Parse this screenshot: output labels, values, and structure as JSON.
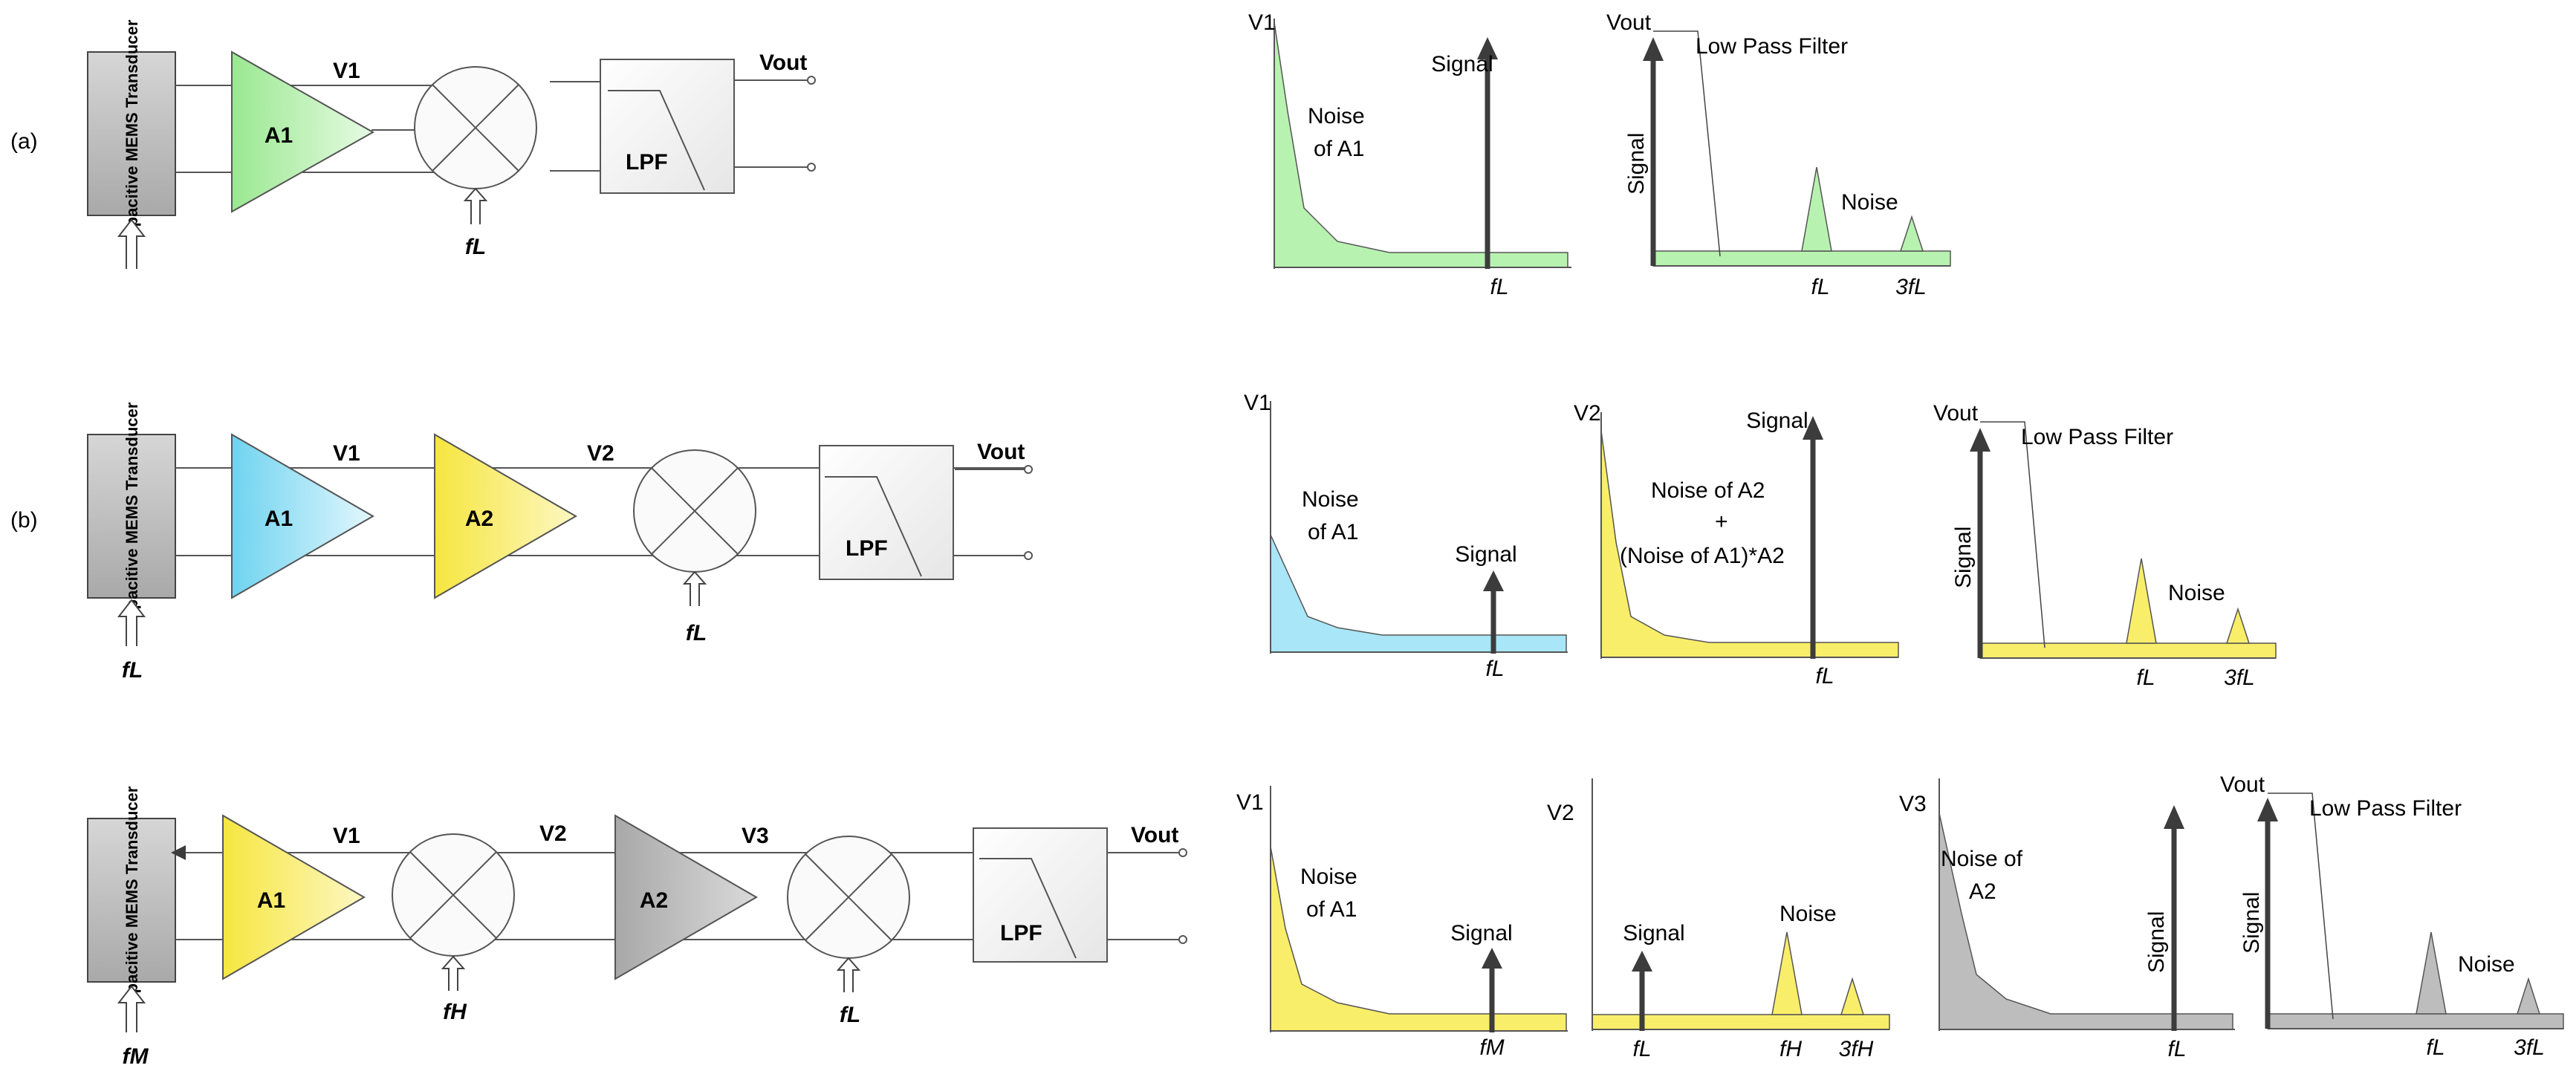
{
  "colors": {
    "green": "#b8f2b0",
    "blue": "#a9e6f7",
    "yellow": "#f9ee6a",
    "gray": "#bdbdbd",
    "arrow": "#3c3c3c"
  },
  "rows": {
    "a": {
      "label": "(a)",
      "transducer": "Capacitive MEMS Transducer",
      "amp1": "A1",
      "v1": "V1",
      "mixer_freq": "fL",
      "lpf": "LPF",
      "vout": "Vout",
      "spec1": {
        "axis": "V1",
        "noise": [
          "Noise",
          "of A1"
        ],
        "signal": "Signal",
        "freq": "fL"
      },
      "spec2": {
        "axis": "Vout",
        "filter": "Low Pass Filter",
        "signal": "Signal",
        "noise": "Noise",
        "freq1": "fL",
        "freq2": "3fL"
      }
    },
    "b": {
      "label": "(b)",
      "transducer": "Capacitive MEMS Transducer",
      "input_freq": "fL",
      "amp1": "A1",
      "amp2": "A2",
      "v1": "V1",
      "v2": "V2",
      "mixer_freq": "fL",
      "lpf": "LPF",
      "vout": "Vout",
      "spec1": {
        "axis": "V1",
        "noise": [
          "Noise",
          "of A1"
        ],
        "signal": "Signal",
        "freq": "fL"
      },
      "spec2": {
        "axis": "V2",
        "noise": [
          "Noise of A2",
          "+",
          "(Noise of A1)*A2"
        ],
        "signal": "Signal",
        "freq": "fL"
      },
      "spec3": {
        "axis": "Vout",
        "filter": "Low Pass Filter",
        "signal": "Signal",
        "noise": "Noise",
        "freq1": "fL",
        "freq2": "3fL"
      }
    },
    "c": {
      "transducer": "Capacitive MEMS Transducer",
      "input_freq": "fM",
      "amp1": "A1",
      "amp2": "A2",
      "v1": "V1",
      "v2": "V2",
      "v3": "V3",
      "mixer1_freq": "fH",
      "mixer2_freq": "fL",
      "lpf": "LPF",
      "vout": "Vout",
      "spec1": {
        "axis": "V1",
        "noise": [
          "Noise",
          "of A1"
        ],
        "signal": "Signal",
        "freq": "fM"
      },
      "spec2": {
        "axis": "V2",
        "signal": "Signal",
        "noise": "Noise",
        "freq1": "fL",
        "freq2": "fH",
        "freq3": "3fH"
      },
      "spec3": {
        "axis": "V3",
        "noise": [
          "Noise of",
          "A2"
        ],
        "signal": "Signal",
        "freq": "fL"
      },
      "spec4": {
        "axis": "Vout",
        "filter": "Low Pass Filter",
        "signal": "Signal",
        "noise": "Noise",
        "freq1": "fL",
        "freq2": "3fL"
      }
    }
  }
}
